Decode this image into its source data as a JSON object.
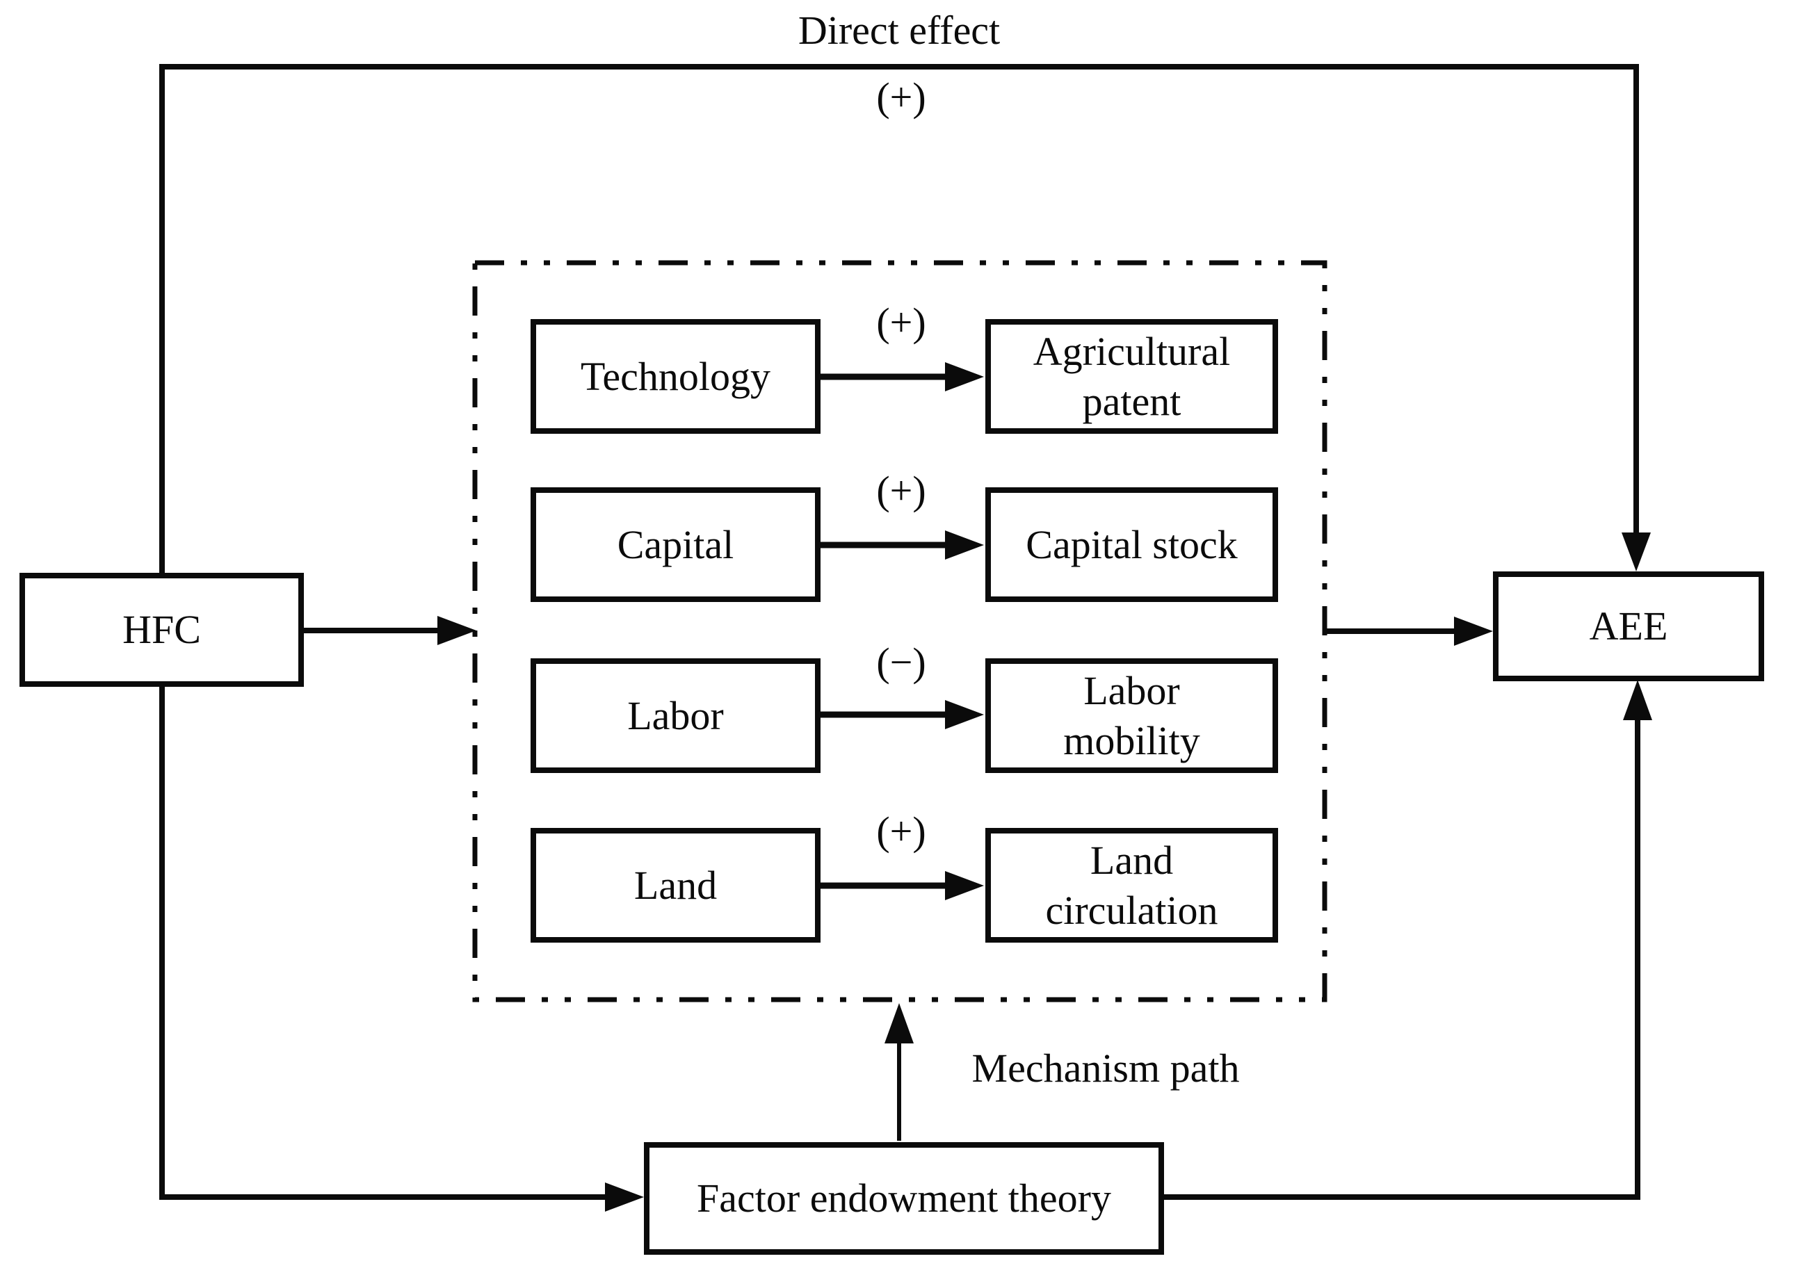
{
  "diagram": {
    "labels": {
      "direct_effect": "Direct effect",
      "direct_effect_sign": "(+)",
      "mechanism_path": "Mechanism path"
    },
    "nodes": {
      "hfc": "HFC",
      "aee": "AEE",
      "factor_theory": "Factor endowment theory"
    },
    "rows": [
      {
        "source": "Technology",
        "sign": "(+)",
        "target_line1": "Agricultural",
        "target_line2": "patent"
      },
      {
        "source": "Capital",
        "sign": "(+)",
        "target_line1": "Capital stock",
        "target_line2": ""
      },
      {
        "source": "Labor",
        "sign": "(−)",
        "target_line1": "Labor",
        "target_line2": "mobility"
      },
      {
        "source": "Land",
        "sign": "(+)",
        "target_line1": "Land",
        "target_line2": "circulation"
      }
    ],
    "colors": {
      "line": "#0b0b0b",
      "background": "#ffffff",
      "text": "#0b0b0b"
    }
  }
}
